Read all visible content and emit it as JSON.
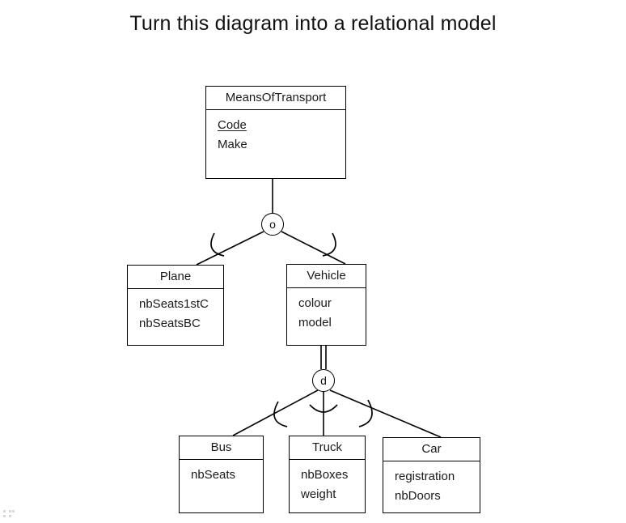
{
  "slide": {
    "title": "Turn this diagram into a relational model",
    "background_color": "#ffffff",
    "line_color": "#000000"
  },
  "diagram": {
    "type": "eer-generalization-hierarchy",
    "notation": "EER (Chen-style specialization with o / d circles)",
    "entities": [
      {
        "id": "means-of-transport",
        "name": "MeansOfTransport",
        "role": "superclass",
        "attributes": [
          {
            "name": "Code",
            "primary_key": true
          },
          {
            "name": "Make",
            "primary_key": false
          }
        ]
      },
      {
        "id": "plane",
        "name": "Plane",
        "role": "subclass",
        "attributes": [
          {
            "name": "nbSeats1stC",
            "primary_key": false
          },
          {
            "name": "nbSeatsBC",
            "primary_key": false
          }
        ]
      },
      {
        "id": "vehicle",
        "name": "Vehicle",
        "role": "subclass-and-superclass",
        "attributes": [
          {
            "name": "colour",
            "primary_key": false
          },
          {
            "name": "model",
            "primary_key": false
          }
        ]
      },
      {
        "id": "bus",
        "name": "Bus",
        "role": "subclass",
        "attributes": [
          {
            "name": "nbSeats",
            "primary_key": false
          }
        ]
      },
      {
        "id": "truck",
        "name": "Truck",
        "role": "subclass",
        "attributes": [
          {
            "name": "nbBoxes",
            "primary_key": false
          },
          {
            "name": "weight",
            "primary_key": false
          }
        ]
      },
      {
        "id": "car",
        "name": "Car",
        "role": "subclass",
        "attributes": [
          {
            "name": "registration",
            "primary_key": false
          },
          {
            "name": "nbDoors",
            "primary_key": false
          }
        ]
      }
    ],
    "generalizations": [
      {
        "id": "gen-o",
        "symbol": "o",
        "meaning": "overlapping",
        "participation": "partial",
        "connector": "single-line",
        "parent": "means-of-transport",
        "children": [
          "plane",
          "vehicle"
        ]
      },
      {
        "id": "gen-d",
        "symbol": "d",
        "meaning": "disjoint",
        "participation": "total",
        "connector": "double-line",
        "parent": "vehicle",
        "children": [
          "bus",
          "truck",
          "car"
        ]
      }
    ]
  }
}
